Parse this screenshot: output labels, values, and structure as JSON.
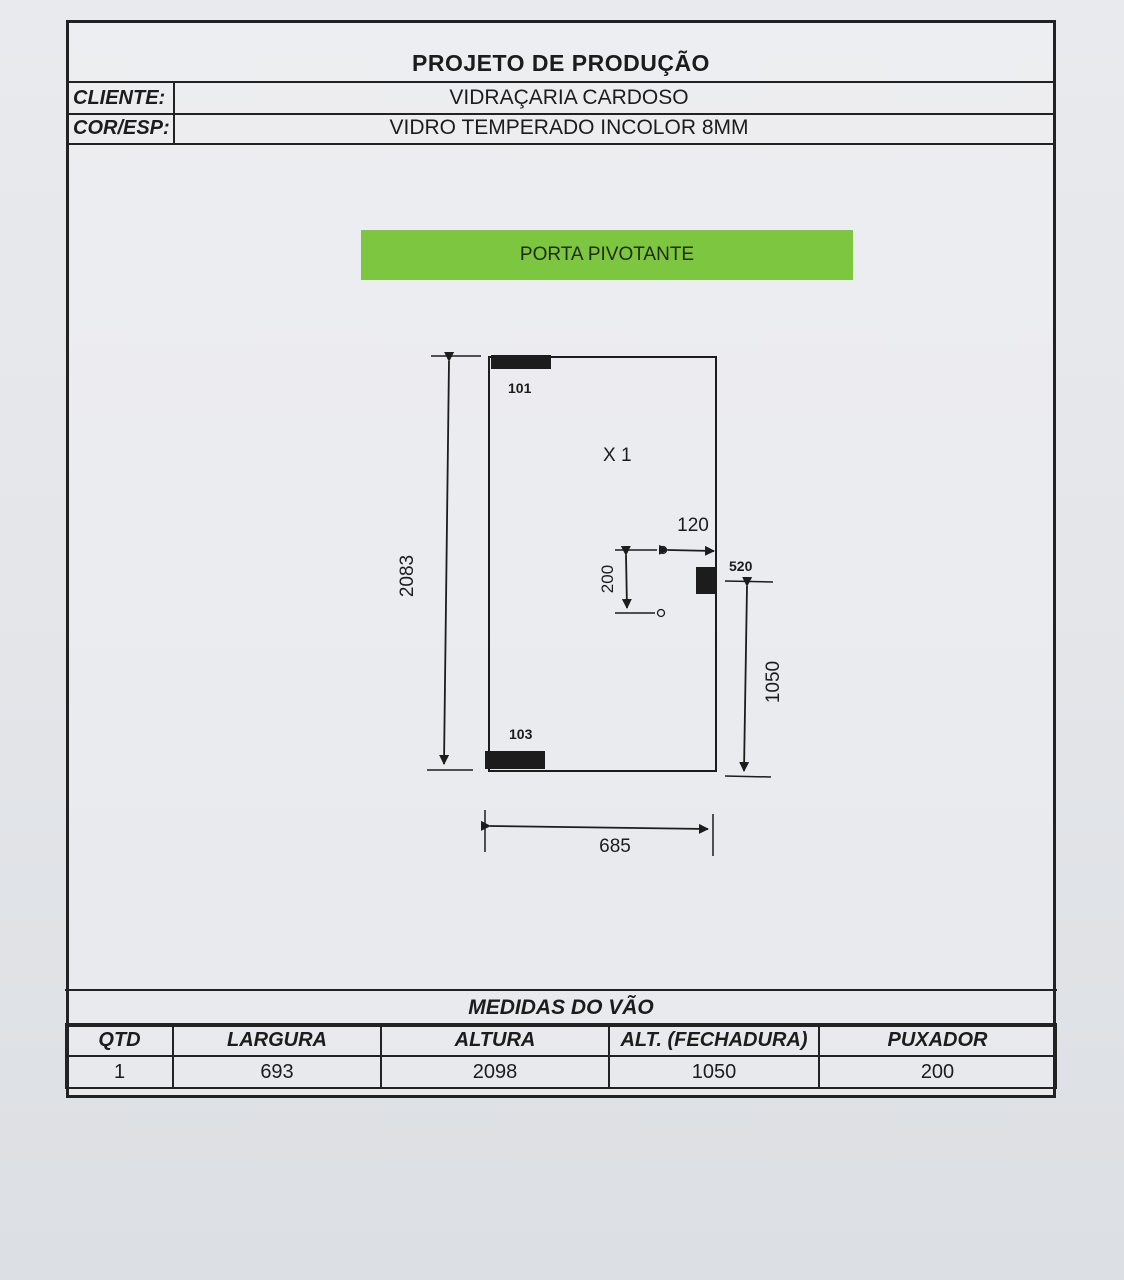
{
  "header": {
    "title": "PROJETO DE PRODUÇÃO",
    "client_label": "CLIENTE:",
    "client_value": "VIDRAÇARIA CARDOSO",
    "color_label": "COR/ESP:",
    "color_value": "VIDRO TEMPERADO INCOLOR 8MM"
  },
  "banner": "PORTA PIVOTANTE",
  "drawing": {
    "top_fitting": "101",
    "bottom_fitting": "103",
    "quantity": "X  1",
    "height_dim": "2083",
    "width_dim": "685",
    "handle_offset": "120",
    "handle_spacing": "200",
    "lock_code": "520",
    "lock_height": "1050"
  },
  "measures": {
    "title": "MEDIDAS DO VÃO",
    "headers": [
      "QTD",
      "LARGURA",
      "ALTURA",
      "ALT. (FECHADURA)",
      "PUXADOR"
    ],
    "row": [
      "1",
      "693",
      "2098",
      "1050",
      "200"
    ]
  },
  "colors": {
    "banner": "#7dc63f",
    "ink": "#1c1c1c"
  }
}
